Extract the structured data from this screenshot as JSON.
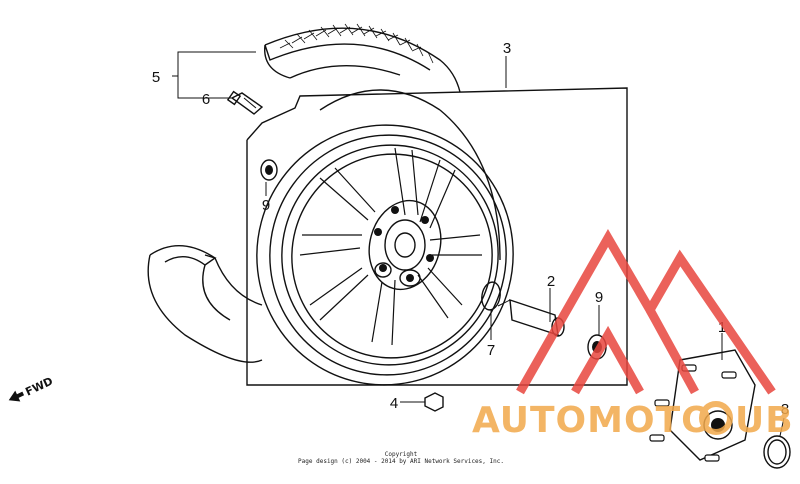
{
  "callouts": {
    "c1": "1",
    "c2": "2",
    "c3": "3",
    "c4": "4",
    "c5": "5",
    "c6": "6",
    "c7": "7",
    "c8": "8",
    "c9a": "9",
    "c9b": "9"
  },
  "direction_label": "FWD",
  "copyright": {
    "line1": "Copyright",
    "line2": "Page design (c) 2004 - 2014 by ARI Network Services, Inc."
  },
  "watermark": {
    "text_a": "AUTOMOTO",
    "text_b": "UB",
    "color": "#f2a94b",
    "triangle_color": "#e8463e"
  }
}
